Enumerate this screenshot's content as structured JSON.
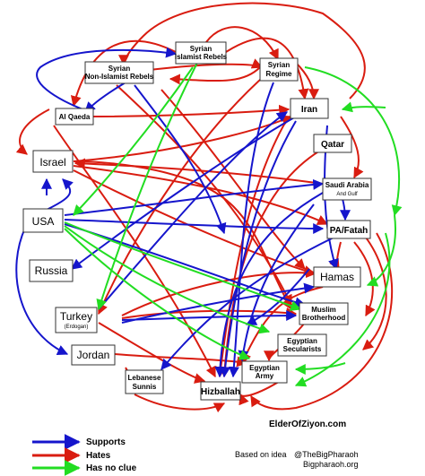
{
  "nodes": {
    "syrian_islamist_rebels": [
      "Syrian",
      "Islamist Rebels"
    ],
    "syrian_non_islamist_rebels": [
      "Syrian",
      "Non-Islamist Rebels"
    ],
    "syrian_regime": [
      "Syrian",
      "Regime"
    ],
    "al_qaeda": [
      "Al Qaeda"
    ],
    "iran": [
      "Iran"
    ],
    "qatar": [
      "Qatar"
    ],
    "israel": [
      "Israel"
    ],
    "saudi_arabia": [
      "Saudi Arabia",
      "And Gulf"
    ],
    "usa": [
      "USA"
    ],
    "pa_fatah": [
      "PA/Fatah"
    ],
    "russia": [
      "Russia"
    ],
    "hamas": [
      "Hamas"
    ],
    "turkey": [
      "Turkey",
      "(Erdogan)"
    ],
    "muslim_brotherhood": [
      "Muslim",
      "Brotherhood"
    ],
    "egyptian_secularists": [
      "Egyptian",
      "Secularists"
    ],
    "jordan": [
      "Jordan"
    ],
    "egyptian_army": [
      "Egyptian",
      "Army"
    ],
    "lebanese_sunnis": [
      "Lebanese",
      "Sunnis"
    ],
    "hizballah": [
      "Hizballah"
    ]
  },
  "legend": {
    "supports": "Supports",
    "hates": "Hates",
    "has_no_clue": "Has no clue"
  },
  "credits": {
    "site": "ElderOfZiyon.com",
    "based_on": "Based on idea",
    "handle": "@TheBigPharaoh",
    "url": "Bigpharaoh.org"
  },
  "colors": {
    "supports": "#1515cc",
    "hates": "#d91c10",
    "has_no_clue": "#22dd22"
  }
}
